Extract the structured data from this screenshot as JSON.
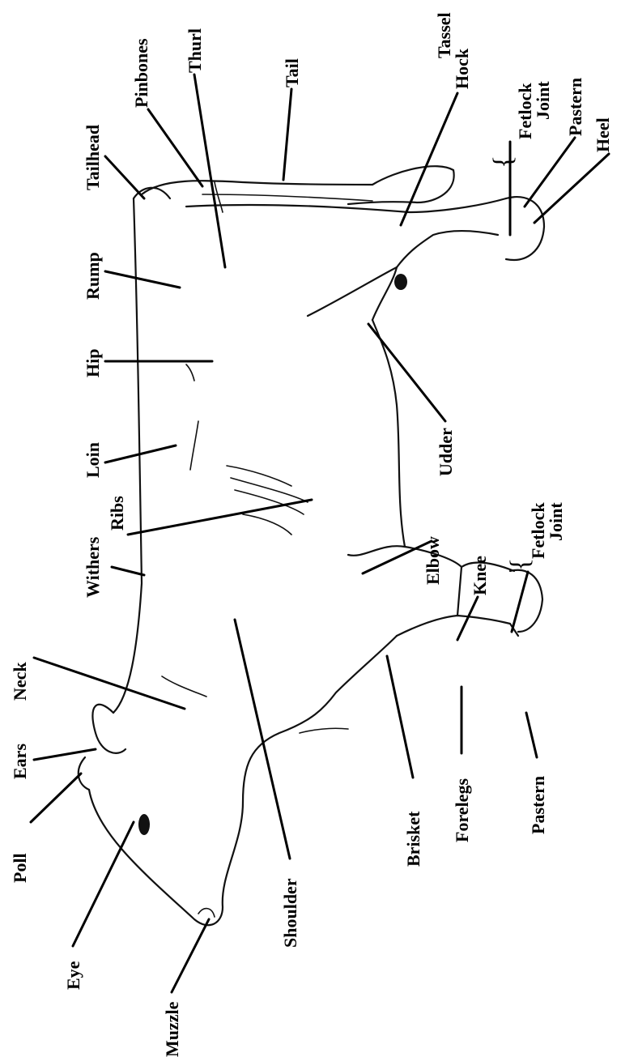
{
  "labels": {
    "poll": "Poll",
    "ears": "Ears",
    "neck": "Neck",
    "withers": "Withers",
    "ribs": "Ribs",
    "loin": "Loin",
    "hip": "Hip",
    "rump": "Rump",
    "tailhead": "Tailhead",
    "pinbones": "Pinbones",
    "thurl": "Thurl",
    "tail": "Tail",
    "tassel": "Tassel",
    "hock": "Hock",
    "fetlock_hind": "Fetlock",
    "joint_hind": "Joint",
    "pastern_hind": "Pastern",
    "heel": "Heel",
    "eye": "Eye",
    "muzzle": "Muzzle",
    "shoulder": "Shoulder",
    "brisket": "Brisket",
    "forelegs": "Forelegs",
    "pastern_fore": "Pastern",
    "knee": "Knee",
    "fetlock_fore": "Fetlock",
    "joint_fore": "Joint",
    "elbow": "Elbow",
    "udder": "Udder"
  }
}
